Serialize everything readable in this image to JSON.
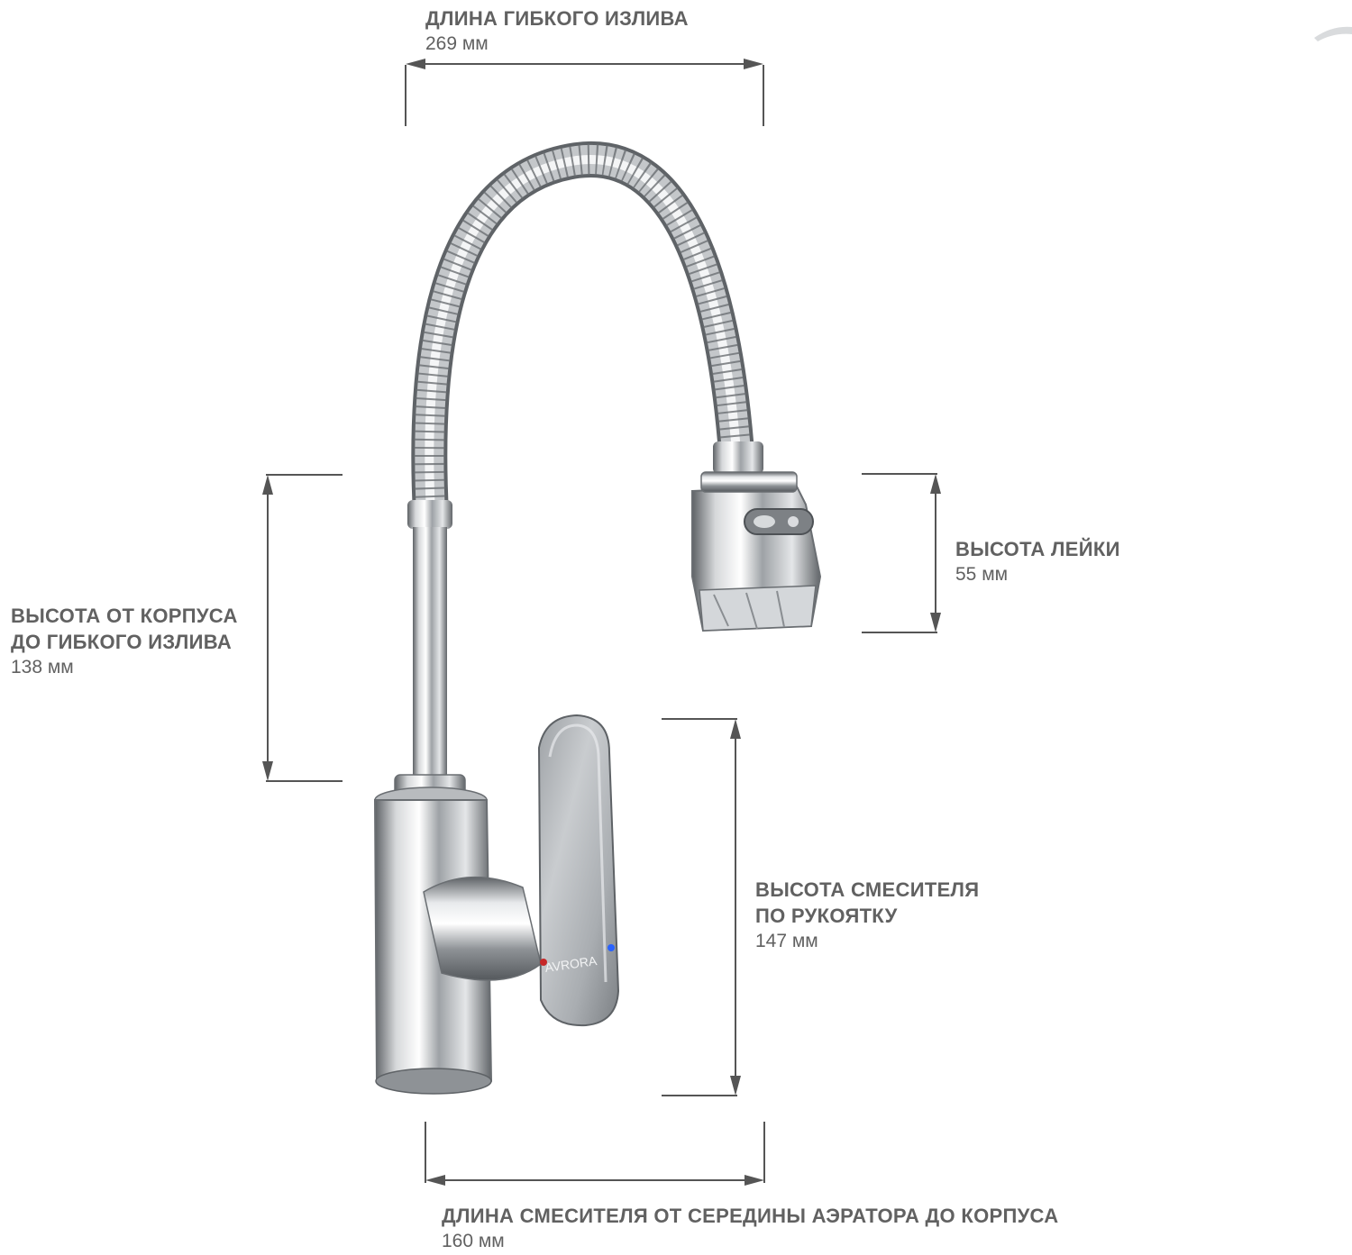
{
  "colors": {
    "dimension_line": "#555555",
    "text": "#616161",
    "hot_dot": "#c62828",
    "cold_dot": "#2962ff"
  },
  "product": {
    "brand_mark": "AVRORA"
  },
  "dimensions": {
    "spout_length": {
      "title_lines": [
        "ДЛИНА ГИБКОГО ИЗЛИВА"
      ],
      "value": "269 мм"
    },
    "body_to_spout_height": {
      "title_lines": [
        "ВЫСОТА ОТ КОРПУСА",
        "ДО ГИБКОГО ИЗЛИВА"
      ],
      "value": "138 мм"
    },
    "head_height": {
      "title_lines": [
        "ВЫСОТА ЛЕЙКИ"
      ],
      "value": "55 мм"
    },
    "handle_height": {
      "title_lines": [
        "ВЫСОТА СМЕСИТЕЛЯ",
        "ПО РУКОЯТКУ"
      ],
      "value": "147 мм"
    },
    "mixer_length": {
      "title_lines": [
        "ДЛИНА СМЕСИТЕЛЯ ОТ СЕРЕДИНЫ АЭРАТОРА ДО КОРПУСА"
      ],
      "value": "160 мм"
    }
  }
}
